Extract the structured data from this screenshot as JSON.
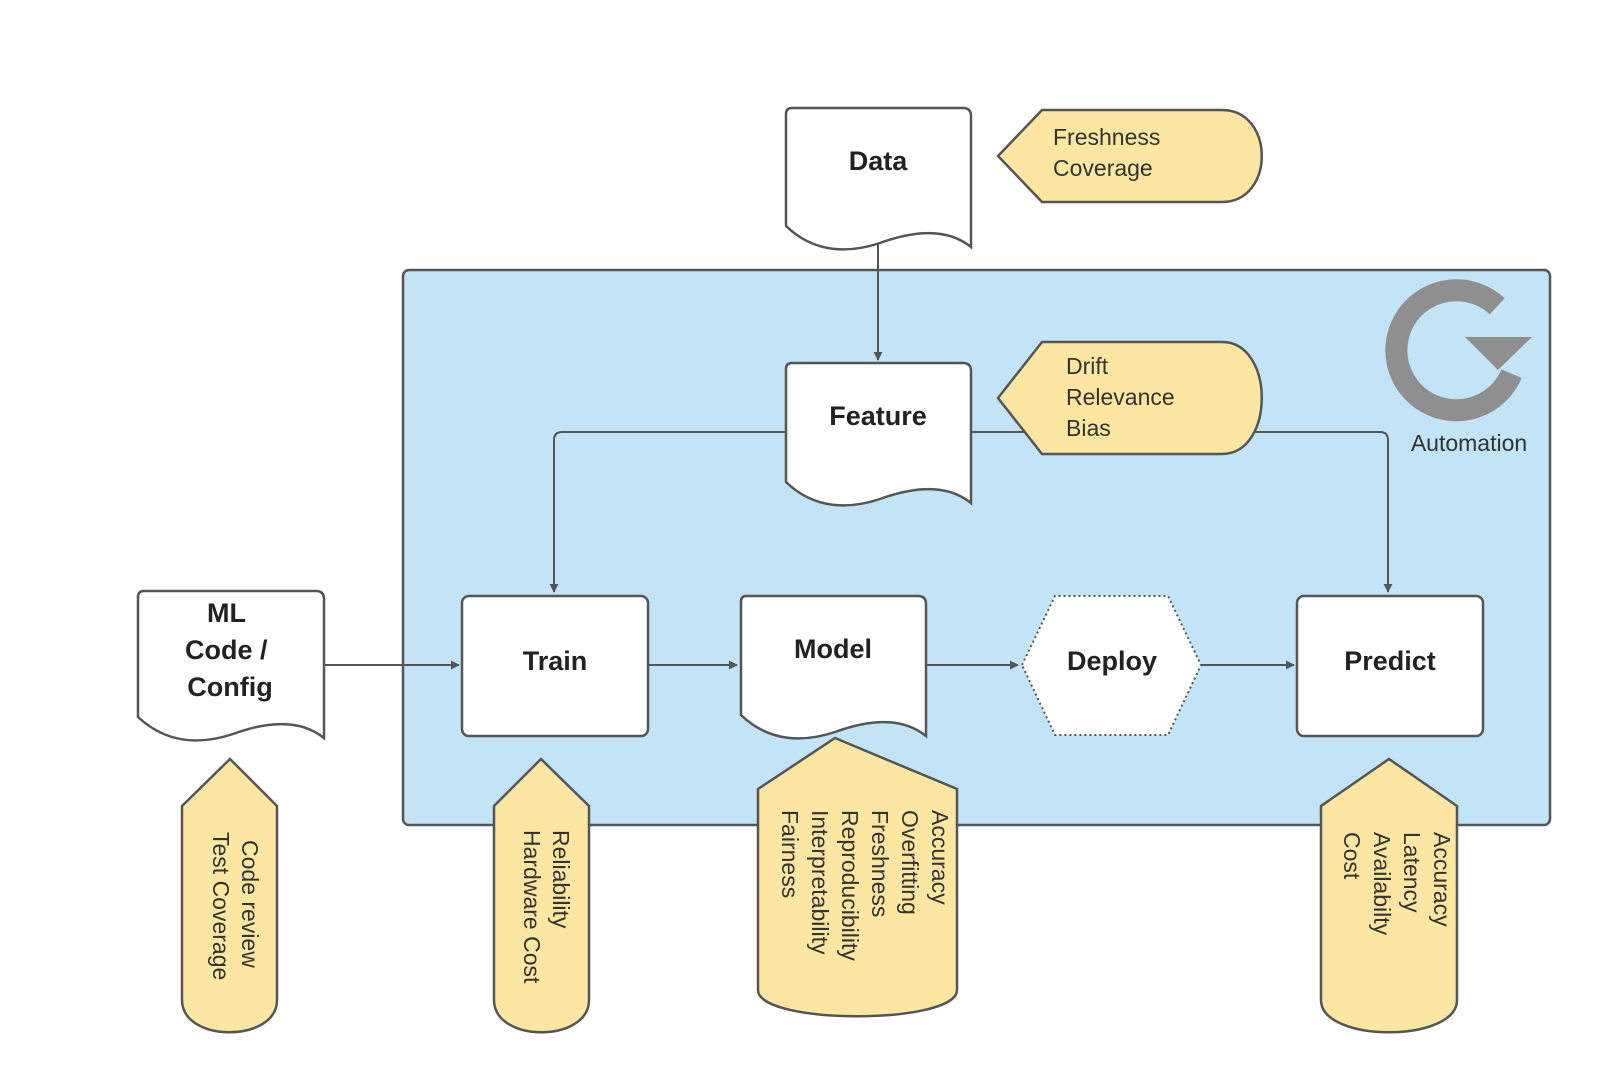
{
  "nodes": {
    "data": "Data",
    "feature": "Feature",
    "ml_code": [
      "ML",
      "Code /",
      "Config"
    ],
    "train": "Train",
    "model": "Model",
    "deploy": "Deploy",
    "predict": "Predict"
  },
  "automation_label": "Automation",
  "notes": {
    "data": [
      "Freshness",
      "Coverage"
    ],
    "feature": [
      "Drift",
      "Relevance",
      "Bias"
    ],
    "ml_code": [
      "Code review",
      "Test Coverage"
    ],
    "train": [
      "Reliability",
      "Hardware Cost"
    ],
    "model": [
      "Accuracy",
      "Overfitting",
      "Freshness",
      "Reproducibility",
      "Interpretability",
      "Fairness"
    ],
    "predict": [
      "Accuracy",
      "Latency",
      "Availabilty",
      "Cost"
    ]
  },
  "colors": {
    "container": "#c3e3f7",
    "note": "#fbe7a1",
    "stroke": "#555555",
    "automation_icon": "#8f8f8f"
  }
}
